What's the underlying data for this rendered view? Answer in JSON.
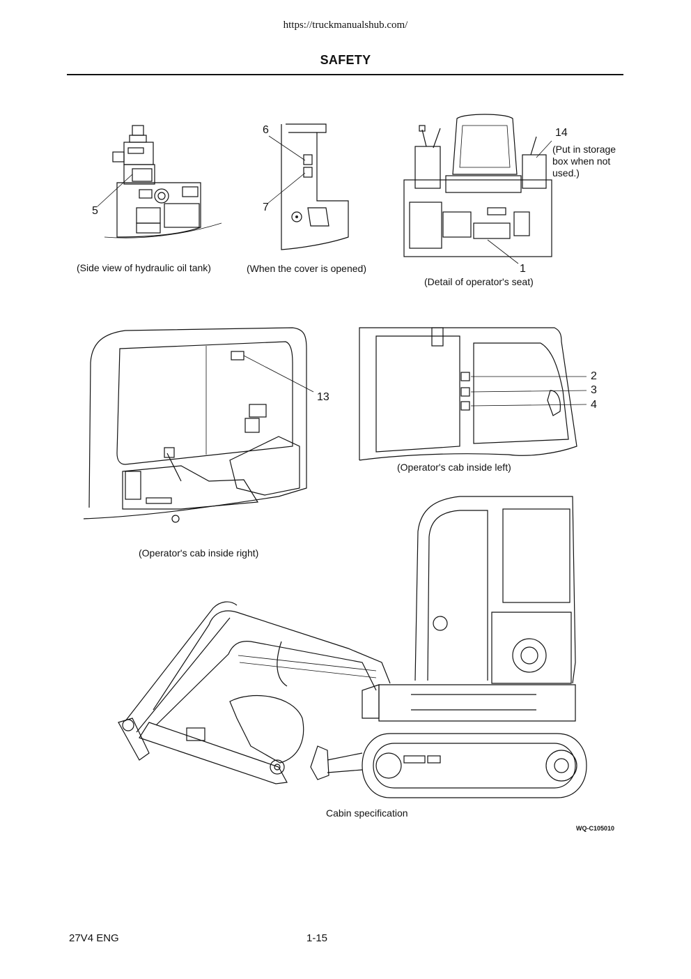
{
  "header": {
    "url": "https://truckmanualshub.com/",
    "title": "SAFETY"
  },
  "figures": {
    "tank": {
      "caption": "(Side view of hydraulic oil tank)",
      "label": "5"
    },
    "cover": {
      "caption": "(When the cover is opened)",
      "label_top": "6",
      "label_bottom": "7"
    },
    "seat": {
      "caption": "(Detail of operator's seat)",
      "label_seat": "1",
      "label_box": "14",
      "note_line1": "(Put in storage",
      "note_line2": "box when not",
      "note_line3": "used.)"
    },
    "cab_right": {
      "caption": "(Operator's cab inside right)",
      "label": "13"
    },
    "cab_left": {
      "caption": "(Operator's cab inside left)",
      "label_a": "2",
      "label_b": "3",
      "label_c": "4"
    },
    "machine": {
      "caption": "Cabin specification"
    }
  },
  "drawing_code": "WQ-C105010",
  "footer": {
    "model": "27V4 ENG",
    "page": "1-15"
  }
}
